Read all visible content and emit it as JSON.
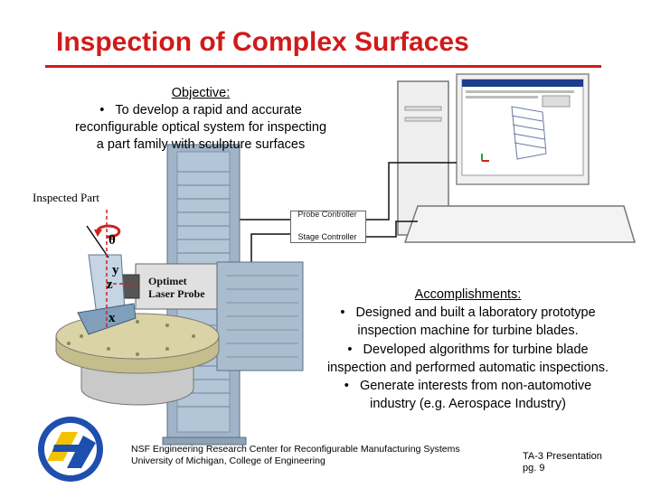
{
  "slide": {
    "title": "Inspection of Complex Surfaces",
    "objective": {
      "heading": "Objective:",
      "bullet": "•",
      "lines": [
        "To develop a rapid and accurate",
        "reconfigurable optical system for inspecting",
        "a part family with sculpture surfaces"
      ]
    },
    "diagram": {
      "inspected_part_label": "Inspected Part",
      "theta": "θ",
      "axis_y": "y",
      "axis_z": "z",
      "axis_x": "x",
      "probe_label": [
        "Optimet",
        "Laser Probe"
      ],
      "controller_labels": [
        "Probe Controller",
        "Stage Controller"
      ]
    },
    "accomplishments": {
      "heading": "Accomplishments:",
      "bullet": "•",
      "items": [
        [
          "Designed and built a laboratory prototype",
          "inspection machine for turbine blades."
        ],
        [
          "Developed algorithms for turbine blade",
          "inspection and performed automatic inspections."
        ],
        [
          "Generate interests from non-automotive",
          "industry (e.g. Aerospace Industry)"
        ]
      ]
    },
    "footer": {
      "line1": "NSF Engineering Research Center for Reconfigurable Manufacturing Systems",
      "line2": "University of Michigan, College of Engineering"
    },
    "presentation": {
      "line1": "TA-3 Presentation",
      "line2": "pg. 9"
    },
    "colors": {
      "title": "#d11a1a",
      "machine": "#9fb4c8",
      "base": "#d9d3a6",
      "logo_blue": "#1f4fae",
      "logo_yellow": "#f2c200"
    }
  }
}
